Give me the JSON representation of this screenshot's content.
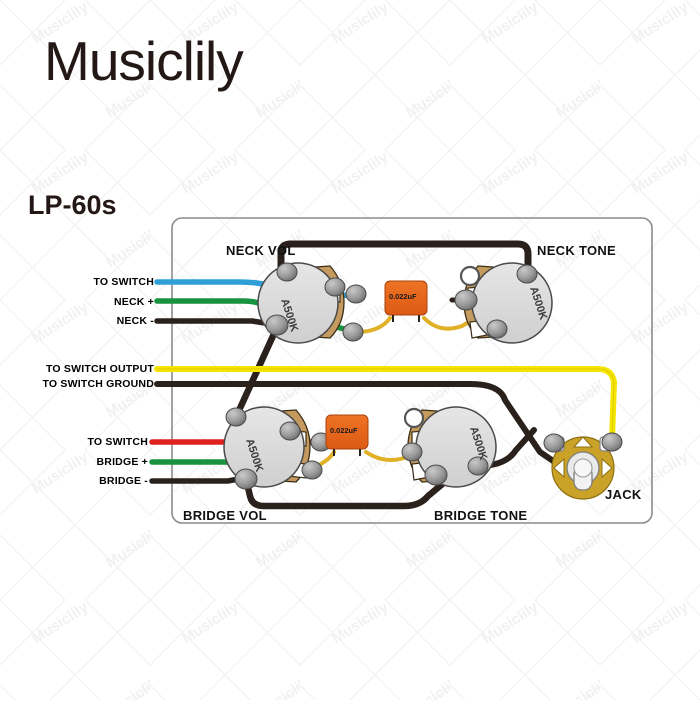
{
  "brand": {
    "logo_text": "Musiclily"
  },
  "diagram": {
    "model_title": "LP-60s",
    "frame_color": "#8a8a8a",
    "background": "#ffffff"
  },
  "watermark": {
    "text": "Musiclily",
    "color": "#f0f0f0"
  },
  "wire_labels": {
    "neck_group": [
      {
        "name": "to-switch-neck",
        "text": "TO SWITCH",
        "color": "#2f9fd8"
      },
      {
        "name": "neck-positive",
        "text": "NECK +",
        "color": "#17923f"
      },
      {
        "name": "neck-negative",
        "text": "NECK -",
        "color": "#2b211c"
      }
    ],
    "switch_group": [
      {
        "name": "to-switch-output",
        "text": "TO SWITCH OUTPUT",
        "color": "#f5e500"
      },
      {
        "name": "to-switch-ground",
        "text": "TO SWITCH GROUND",
        "color": "#2b211c"
      }
    ],
    "bridge_group": [
      {
        "name": "to-switch-bridge",
        "text": "TO SWITCH",
        "color": "#e01f1f"
      },
      {
        "name": "bridge-positive",
        "text": "BRIDGE +",
        "color": "#17923f"
      },
      {
        "name": "bridge-negative",
        "text": "BRIDGE -",
        "color": "#2b211c"
      }
    ]
  },
  "components": {
    "pots": [
      {
        "name": "neck-volume",
        "label": "NECK VOL",
        "value": "A500K"
      },
      {
        "name": "neck-tone",
        "label": "NECK TONE",
        "value": "A500K"
      },
      {
        "name": "bridge-volume",
        "label": "BRIDGE VOL",
        "value": "A500K"
      },
      {
        "name": "bridge-tone",
        "label": "BRIDGE TONE",
        "value": "A500K"
      }
    ],
    "capacitors": [
      {
        "name": "neck-tone-cap",
        "value": "0.022uF",
        "color": "#e8641c"
      },
      {
        "name": "bridge-tone-cap",
        "value": "0.022uF",
        "color": "#e8641c"
      }
    ],
    "jack": {
      "name": "output-jack",
      "label": "JACK",
      "color": "#c9a227"
    }
  },
  "colors": {
    "wire_blue": "#2f9fd8",
    "wire_green": "#17923f",
    "wire_black": "#2b211c",
    "wire_yellow": "#f5e500",
    "wire_red": "#e01f1f",
    "wire_gold": "#e0b126",
    "pot_body": "#dcdcdc",
    "pot_tan": "#c49a5e",
    "lug": "#8f8f8f",
    "text": "#231815"
  }
}
